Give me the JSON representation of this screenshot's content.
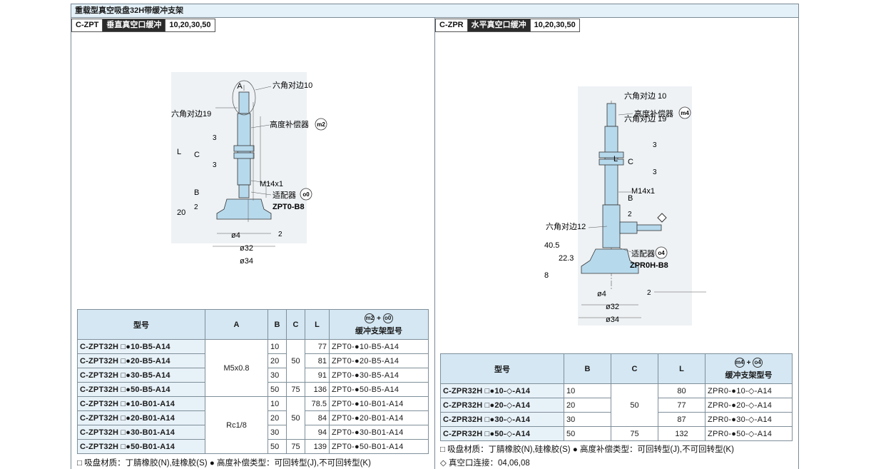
{
  "page_title": "重载型真空吸盘32H带缓冲支架",
  "left": {
    "header": {
      "code": "C-ZPT",
      "name": "垂直真空口缓冲",
      "strokes": "10,20,30,50"
    },
    "drawing": {
      "label_a": "A",
      "hex10": "六角对边10",
      "hex19": "六角对边19",
      "height_comp": "高度补偿器",
      "height_comp_mark": "m2",
      "dim_l": "L",
      "dim_c": "C",
      "dim_b": "B",
      "dim_3a": "3",
      "dim_3b": "3",
      "dim_2": "2",
      "dim_20": "20",
      "thread": "M14x1",
      "adapter": "适配器",
      "adapter_mark": "o0",
      "adapter_model": "ZPT0-B8",
      "d4": "ø4",
      "d2": "2",
      "d32": "ø32",
      "d34": "ø34"
    },
    "table": {
      "headers": {
        "model": "型号",
        "a": "A",
        "b": "B",
        "c": "C",
        "l": "L",
        "mark1": "m2",
        "plus": "+",
        "mark2": "o0",
        "series": "缓冲支架型号"
      },
      "rows": [
        {
          "model": "C-ZPT32H □●10-B5-A14",
          "a": "M5x0.8",
          "b": "10",
          "c": "50",
          "l": "77",
          "series": "ZPT0-●10-B5-A14"
        },
        {
          "model": "C-ZPT32H □●20-B5-A14",
          "b": "20",
          "l": "81",
          "series": "ZPT0-●20-B5-A14"
        },
        {
          "model": "C-ZPT32H □●30-B5-A14",
          "b": "30",
          "l": "91",
          "series": "ZPT0-●30-B5-A14"
        },
        {
          "model": "C-ZPT32H □●50-B5-A14",
          "b": "50",
          "c": "75",
          "l": "136",
          "series": "ZPT0-●50-B5-A14"
        },
        {
          "model": "C-ZPT32H □●10-B01-A14",
          "a": "Rc1/8",
          "b": "10",
          "c": "50",
          "l": "78.5",
          "series": "ZPT0-●10-B01-A14"
        },
        {
          "model": "C-ZPT32H □●20-B01-A14",
          "b": "20",
          "l": "84",
          "series": "ZPT0-●20-B01-A14"
        },
        {
          "model": "C-ZPT32H □●30-B01-A14",
          "b": "30",
          "l": "94",
          "series": "ZPT0-●30-B01-A14"
        },
        {
          "model": "C-ZPT32H □●50-B01-A14",
          "b": "50",
          "c": "75",
          "l": "139",
          "series": "ZPT0-●50-B01-A14"
        }
      ]
    },
    "note": "□ 吸盘材质：丁腈橡胶(N),硅橡胶(S)   ● 高度补偿类型：可回转型(J),不可回转型(K)"
  },
  "right": {
    "header": {
      "code": "C-ZPR",
      "name": "水平真空口缓冲",
      "strokes": "10,20,30,50"
    },
    "drawing": {
      "hex10": "六角对边 10",
      "hex19": "六角对边 19",
      "height_comp": "高度补偿器",
      "height_comp_mark": "m4",
      "dim_l": "L",
      "dim_c": "C",
      "dim_b": "B",
      "dim_3a": "3",
      "dim_3b": "3",
      "dim_2": "2",
      "thread": "M14x1",
      "hex12": "六角对边12",
      "dim_405": "40.5",
      "dim_223": "22.3",
      "dim_8": "8",
      "adapter": "适配器",
      "adapter_mark": "o4",
      "adapter_model": "ZPR0H-B8",
      "d4": "ø4",
      "d2": "2",
      "d32": "ø32",
      "d34": "ø34"
    },
    "table": {
      "headers": {
        "model": "型号",
        "b": "B",
        "c": "C",
        "l": "L",
        "mark1": "m4",
        "plus": "+",
        "mark2": "o4",
        "series": "缓冲支架型号"
      },
      "rows": [
        {
          "model": "C-ZPR32H □●10-◇-A14",
          "b": "10",
          "c": "50",
          "l": "80",
          "series": "ZPR0-●10-◇-A14"
        },
        {
          "model": "C-ZPR32H □●20-◇-A14",
          "b": "20",
          "l": "77",
          "series": "ZPR0-●20-◇-A14"
        },
        {
          "model": "C-ZPR32H □●30-◇-A14",
          "b": "30",
          "l": "87",
          "series": "ZPR0-●30-◇-A14"
        },
        {
          "model": "C-ZPR32H □●50-◇-A14",
          "b": "50",
          "c": "75",
          "l": "132",
          "series": "ZPR0-●50-◇-A14"
        }
      ]
    },
    "note1": "□ 吸盘材质：丁腈橡胶(N),硅橡胶(S)   ● 高度补偿类型：可回转型(J),不可回转型(K)",
    "note2": "◇ 真空口连接：04,06,08"
  }
}
